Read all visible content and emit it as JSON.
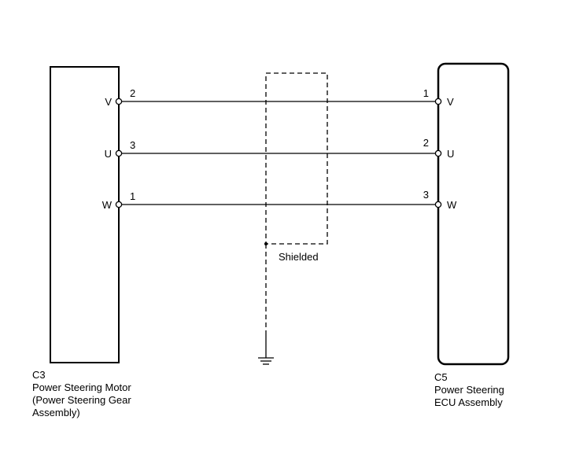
{
  "left_connector": {
    "code": "C3",
    "name_lines": [
      "Power Steering Motor",
      "(Power Steering Gear",
      "Assembly)"
    ]
  },
  "right_connector": {
    "code": "C5",
    "name_lines": [
      "Power Steering",
      "ECU Assembly"
    ]
  },
  "wires": [
    {
      "signal": "V",
      "left_pin": "2",
      "right_pin": "1"
    },
    {
      "signal": "U",
      "left_pin": "3",
      "right_pin": "2"
    },
    {
      "signal": "W",
      "left_pin": "1",
      "right_pin": "3"
    }
  ],
  "shield_label": "Shielded",
  "ground_icon": "ground-icon"
}
